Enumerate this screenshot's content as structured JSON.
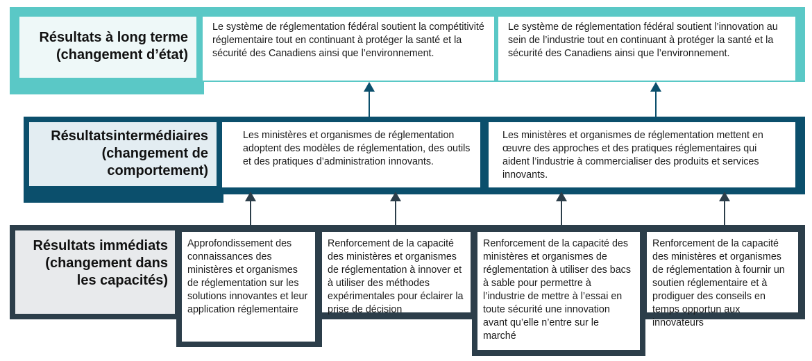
{
  "colors": {
    "long_term": "#5ac8c6",
    "long_term_label_bg": "#eef8f8",
    "intermediate": "#0b4f6c",
    "intermediate_label_bg": "#e3edf2",
    "immediate": "#2c3e4a",
    "immediate_label_bg": "#e8eaec",
    "arrow": "#0b4f6c"
  },
  "long_term": {
    "label_line1": "Résultats à long terme",
    "label_line2": "(changement d’état)",
    "boxes": [
      {
        "text": "Le système de réglementation fédéral soutient la compétitivité réglementaire tout en continuant à protéger la santé et la sécurité des Canadiens ainsi que l’environnement."
      },
      {
        "text": "Le système de réglementation fédéral soutient l’innovation au sein de l’industrie tout en continuant à protéger la santé et la sécurité des Canadiens ainsi que l’environnement."
      }
    ]
  },
  "intermediate": {
    "label_line1": "Résultatsintermédiaires",
    "label_line2": "(changement de",
    "label_line3": "comportement)",
    "boxes": [
      {
        "text": "Les ministères et organismes de réglementation adoptent des modèles de réglementation, des outils et des pratiques d’administration innovants."
      },
      {
        "text": "Les ministères et organismes de réglementation mettent en œuvre des approches et des pratiques réglementaires qui aident l’industrie à commercialiser des produits et services innovants."
      }
    ]
  },
  "immediate": {
    "label_line1": "Résultats immédiats",
    "label_line2": "(changement dans",
    "label_line3": "les capacités)",
    "boxes": [
      {
        "text": "Approfondissement des connaissances des ministères et organismes de réglementation sur les solutions innovantes et leur application réglementaire"
      },
      {
        "text": "Renforcement de la capacité des ministères et organismes de réglementation à innover et à utiliser des méthodes expérimentales pour éclairer la prise de décision"
      },
      {
        "text": "Renforcement de la capacité des ministères et organismes de réglementation à utiliser des bacs à sable pour permettre à l’industrie de mettre à l’essai en toute sécurité une innovation avant qu’elle n’entre sur le marché"
      },
      {
        "text": "Renforcement de la capacité des ministères et organismes de réglementation à fournir un soutien réglementaire et à prodiguer des conseils en temps opportun aux innovateurs"
      }
    ]
  }
}
